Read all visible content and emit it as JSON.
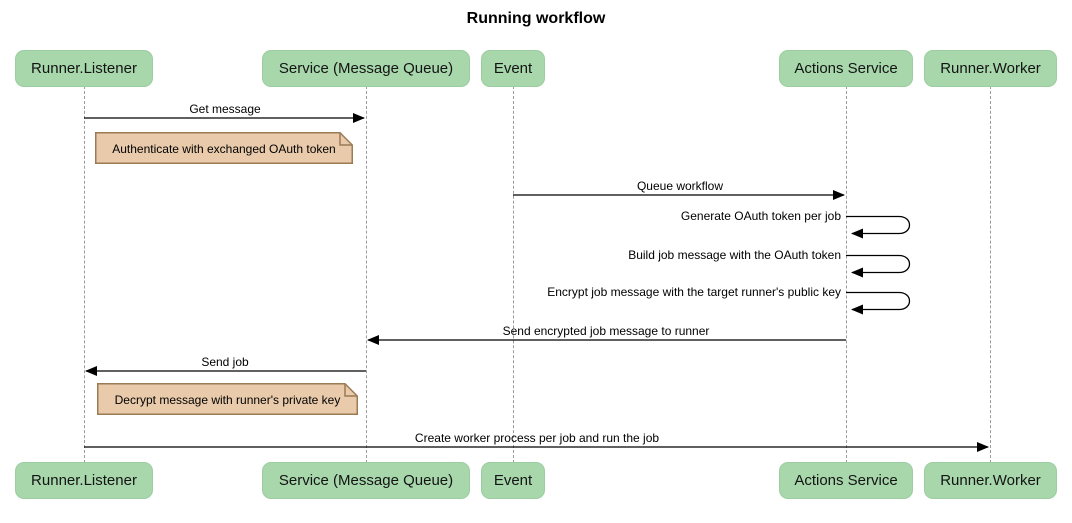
{
  "title": "Running workflow",
  "participants": [
    {
      "label": "Runner.Listener"
    },
    {
      "label": "Service (Message Queue)"
    },
    {
      "label": "Event"
    },
    {
      "label": "Actions Service"
    },
    {
      "label": "Runner.Worker"
    }
  ],
  "messages": [
    {
      "label": "Get message",
      "from": "Runner.Listener",
      "to": "Service (Message Queue)",
      "kind": "arrow"
    },
    {
      "label": "Queue workflow",
      "from": "Event",
      "to": "Actions Service",
      "kind": "arrow"
    },
    {
      "label": "Generate OAuth token per job",
      "from": "Actions Service",
      "to": "Actions Service",
      "kind": "self"
    },
    {
      "label": "Build job message with the OAuth token",
      "from": "Actions Service",
      "to": "Actions Service",
      "kind": "self"
    },
    {
      "label": "Encrypt job message with the target runner's public key",
      "from": "Actions Service",
      "to": "Actions Service",
      "kind": "self"
    },
    {
      "label": "Send encrypted job message to runner",
      "from": "Actions Service",
      "to": "Service (Message Queue)",
      "kind": "arrow"
    },
    {
      "label": "Send job",
      "from": "Service (Message Queue)",
      "to": "Runner.Listener",
      "kind": "arrow"
    },
    {
      "label": "Create worker process per job and run the job",
      "from": "Runner.Listener",
      "to": "Runner.Worker",
      "kind": "arrow"
    }
  ],
  "notes": [
    {
      "text": "Authenticate with exchanged OAuth token"
    },
    {
      "text": "Decrypt message with runner's private key"
    }
  ],
  "colors": {
    "actor_fill": "#a7d7ab",
    "note_fill": "#e9cbab",
    "note_border": "#9b7b54",
    "lifeline": "#9b9b9b",
    "message_line": "#000000"
  }
}
